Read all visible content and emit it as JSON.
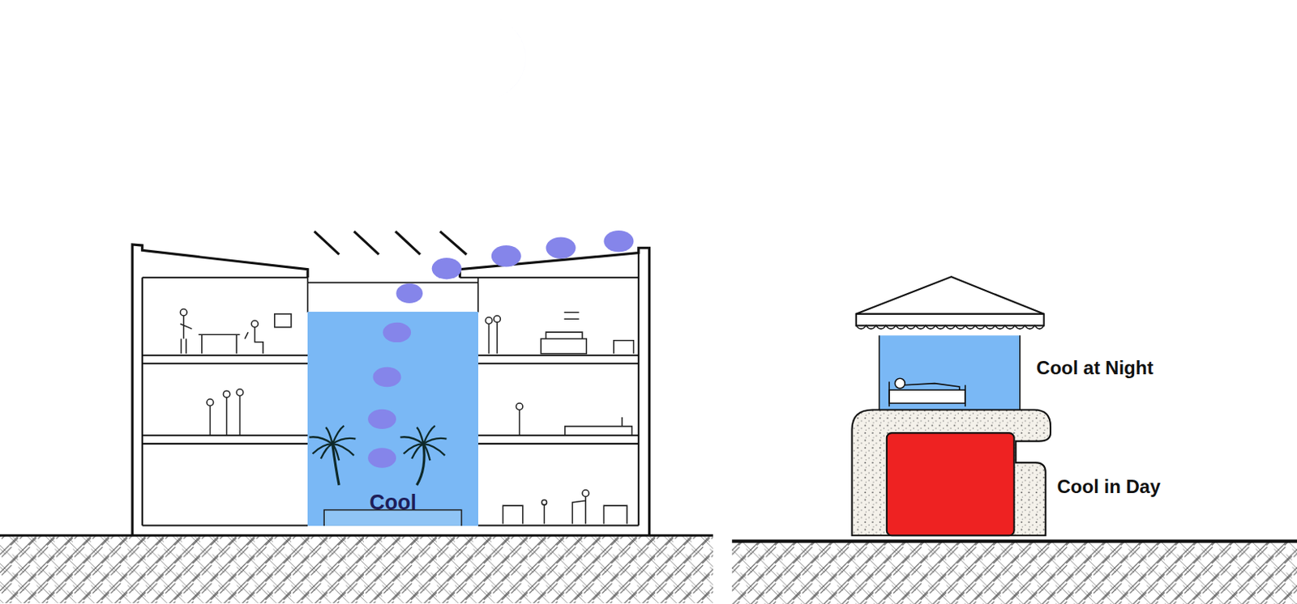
{
  "diagram": {
    "nodes": [
      {
        "text": [
          "Cool"
        ]
      }
    ],
    "labels": [
      "Cool at Night",
      "Cool in Day"
    ]
  }
}
